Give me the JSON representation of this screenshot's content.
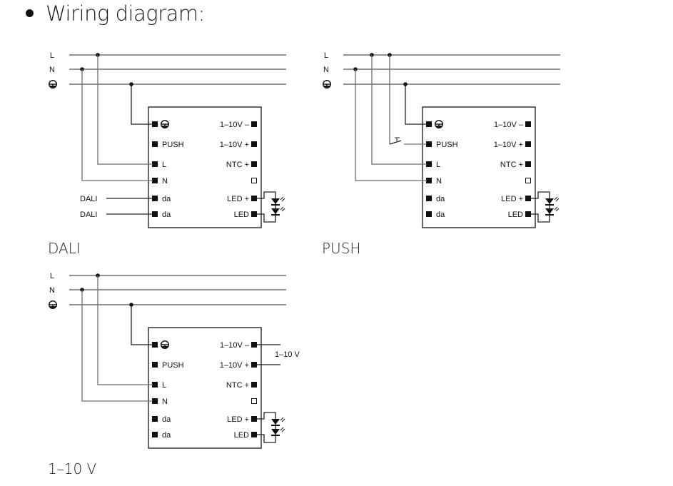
{
  "heading": "Wiring diagram:",
  "colors": {
    "line": "#6e6e6e",
    "wire": "#111111",
    "text": "#111111"
  },
  "bus_labels": {
    "L": "L",
    "N": "N",
    "PE": "protective-earth-icon"
  },
  "terminals": {
    "left": [
      "PE",
      "PUSH",
      "L",
      "N",
      "da",
      "da"
    ],
    "right": [
      "1–10V –",
      "1–10V +",
      "NTC +",
      "",
      "LED +",
      "LED"
    ]
  },
  "diagrams": [
    {
      "id": "dali",
      "caption": "DALI",
      "inputs": [
        "DALI",
        "DALI"
      ]
    },
    {
      "id": "push",
      "caption": "PUSH",
      "switch_label": "T"
    },
    {
      "id": "dim",
      "caption": "1–10 V",
      "control_label": "1–10 V"
    }
  ]
}
